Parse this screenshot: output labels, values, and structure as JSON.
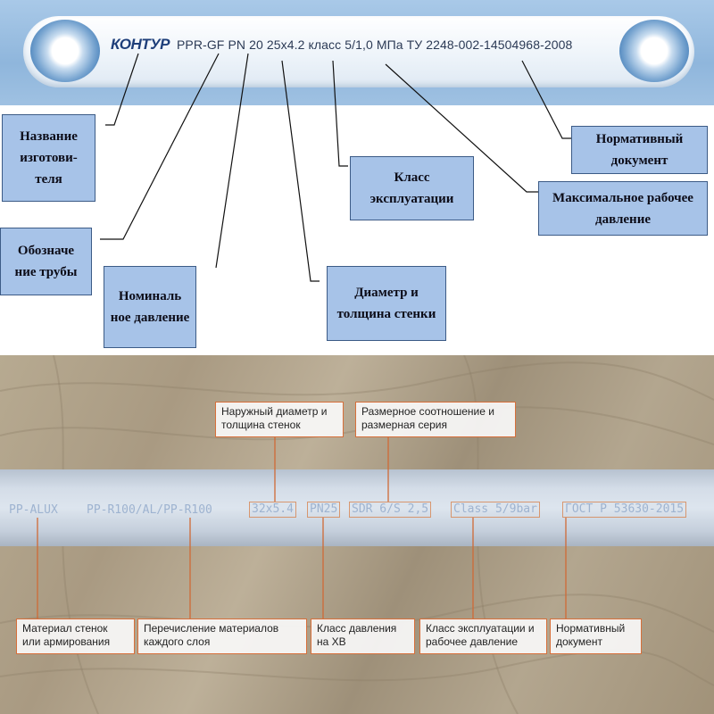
{
  "top": {
    "marking": {
      "logo": "КОНТУР",
      "text": "PPR-GF PN 20  25x4.2 класс 5/1,0 МПа ТУ 2248-002-14504968-2008"
    },
    "callouts": {
      "manufacturer": "Название изготови-теля",
      "pipe_designation": "Обозначе ние трубы",
      "nominal_pressure": "Номиналь ное давление",
      "diameter_thickness": "Диаметр и толщина стенки",
      "operating_class": "Класс эксплуатации",
      "max_pressure": "Максимальное рабочее давление",
      "normative_doc": "Нормативный документ"
    }
  },
  "bottom": {
    "printed": {
      "material": "PP-ALUX",
      "layers": "PP-R100/AL/PP-R100",
      "size": "32x5.4",
      "pn": "PN25",
      "sdr": "SDR 6/S 2,5",
      "class": "Class 5/9bar",
      "gost": "ГОСТ Р 53630-2015"
    },
    "labels": {
      "outer_diameter": "Наружный диаметр и толщина стенок",
      "size_ratio": "Размерное соотношение и размерная серия",
      "wall_material": "Материал стенок или армирования",
      "layer_materials": "Перечисление материалов каждого слоя",
      "pressure_class": "Класс давления на ХВ",
      "operation_class": "Класс эксплуатации и рабочее давление",
      "normative_doc": "Нормативный документ"
    }
  },
  "colors": {
    "callout_fill": "#a7c3e8",
    "callout_border": "#3c5b86",
    "label_border": "#d76f3a",
    "pipe_print": "#9eb3d0"
  }
}
